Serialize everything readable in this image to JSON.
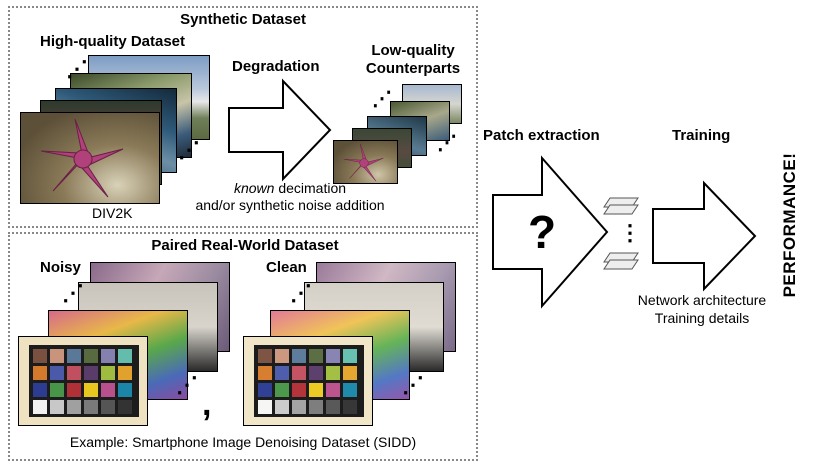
{
  "synthetic": {
    "title": "Synthetic Dataset",
    "hq_label": "High-quality Dataset",
    "degradation_label": "Degradation",
    "lq_label_1": "Low-quality",
    "lq_label_2": "Counterparts",
    "div2k_label": "DIV2K",
    "decimation_known": "known",
    "decimation_rest": " decimation",
    "noise_label": "and/or synthetic noise addition"
  },
  "paired": {
    "title": "Paired Real-World Dataset",
    "noisy_label": "Noisy",
    "clean_label": "Clean",
    "comma": ",",
    "example_label": "Example: Smartphone Image Denoising Dataset (SIDD)"
  },
  "pipeline": {
    "patch_label": "Patch extraction",
    "question_mark": "?",
    "training_label": "Training",
    "network_label": "Network architecture",
    "details_label": "Training details",
    "performance_label": "PERFORMANCE!"
  },
  "ellipsis": "⋰",
  "vdots": "⋮",
  "colors": {
    "border": "#888888",
    "starfish": "#b0417a",
    "seabed": "#6a5b3a",
    "chart_frame": "#1c1c1c",
    "chart_bg": "#efe2c0"
  }
}
